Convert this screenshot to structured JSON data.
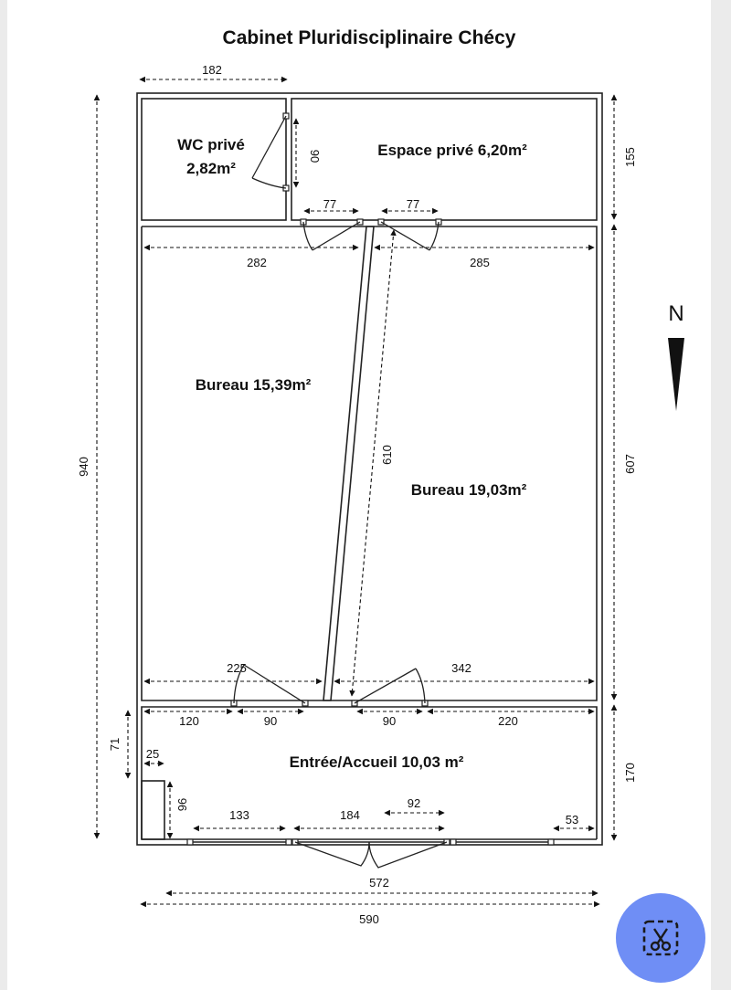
{
  "title": "Cabinet Pluridisciplinaire Chécy",
  "north_label": "N",
  "rooms": {
    "wc": [
      "WC privé",
      "2,82m²"
    ],
    "espace": "Espace privé 6,20m²",
    "bureau1": "Bureau 15,39m²",
    "bureau2": "Bureau 19,03m²",
    "entree": "Entrée/Accueil 10,03 m²"
  },
  "dims": {
    "top_182": "182",
    "right_155": "155",
    "right_607": "607",
    "right_170": "170",
    "left_940": "940",
    "wc_door_90": "90",
    "door_77a": "77",
    "door_77b": "77",
    "d_282": "282",
    "d_285": "285",
    "diag_610": "610",
    "d_225": "225",
    "d_342": "342",
    "d_120": "120",
    "d_90a": "90",
    "d_90b": "90",
    "d_220": "220",
    "d_71": "71",
    "d_25": "25",
    "d_96": "96",
    "d_133": "133",
    "d_184": "184",
    "d_92": "92",
    "d_53": "53",
    "d_572": "572",
    "d_590": "590"
  },
  "colors": {
    "wall": "#222222",
    "fab": "#6f8ef5"
  },
  "icons": {
    "north": "north-arrow-icon",
    "fab": "scissors-selection-icon"
  }
}
